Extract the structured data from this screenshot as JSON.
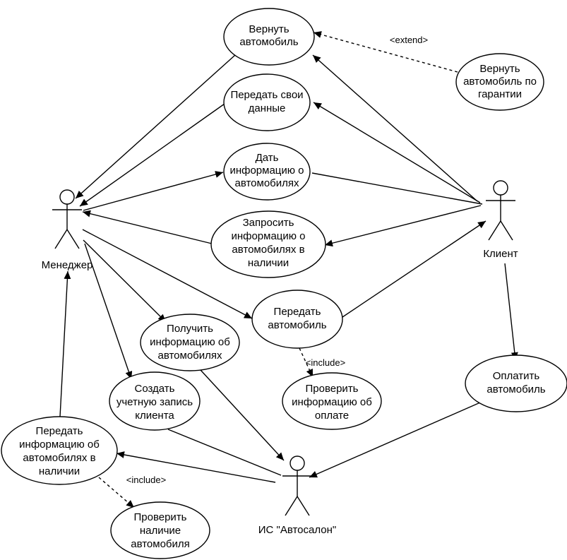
{
  "actors": {
    "manager": "Менеджер",
    "client": "Клиент",
    "system": "ИС \"Автосалон\""
  },
  "use_cases": {
    "return_car": [
      "Вернуть",
      "автомобиль"
    ],
    "return_warranty": [
      "Вернуть",
      "автомобиль по",
      "гарантии"
    ],
    "give_data": [
      "Передать свои",
      "данные"
    ],
    "give_info": [
      "Дать",
      "информацию о",
      "автомобилях"
    ],
    "request_info": [
      "Запросить",
      "информацию о",
      "автомобилях в",
      "наличии"
    ],
    "transfer_car": [
      "Передать",
      "автомобиль"
    ],
    "get_info": [
      "Получить",
      "информацию об",
      "автомобилях"
    ],
    "check_payment": [
      "Проверить",
      "информацию об",
      "оплате"
    ],
    "pay_car": [
      "Оплатить",
      "автомобиль"
    ],
    "create_account": [
      "Создать",
      "учетную запись",
      "клиента"
    ],
    "transfer_info": [
      "Передать",
      "информацию об",
      "автомобилях в",
      "наличии"
    ],
    "check_availability": [
      "Проверить",
      "наличие",
      "автомобиля"
    ]
  },
  "stereotypes": {
    "extend": "<extend>",
    "include_1": "<include>",
    "include_2": "<include>"
  }
}
